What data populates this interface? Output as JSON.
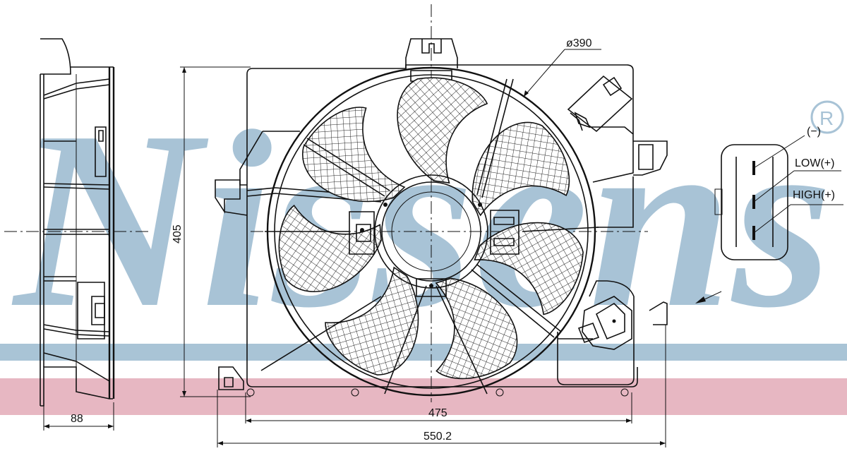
{
  "watermark": {
    "brand": "Nissens",
    "registered_mark": "®",
    "band_colors": {
      "blue": "#a9c4d6",
      "pink": "#e7b7c2",
      "letters": "#a8c3d6"
    }
  },
  "dimensions": {
    "depth": "88",
    "height": "405",
    "diameter": "ø390",
    "mount_width": "475",
    "overall_width": "550.2"
  },
  "connector": {
    "pin_labels": {
      "ground": "(−)",
      "low": "LOW(+)",
      "high": "HIGH(+)"
    }
  },
  "colors": {
    "line": "#111111",
    "hatch": "#222222"
  }
}
